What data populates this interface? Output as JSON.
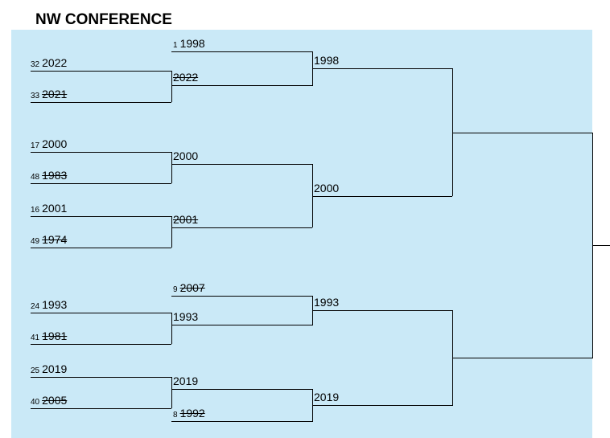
{
  "title": "NW CONFERENCE",
  "colors": {
    "panel_bg": "#CAE9F7",
    "line_color": "#000000",
    "text_color": "#000000"
  },
  "bracket": {
    "round1_entries": [
      {
        "seed": "32",
        "year": "2022",
        "eliminated": false
      },
      {
        "seed": "33",
        "year": "2021",
        "eliminated": true
      },
      {
        "seed": "17",
        "year": "2000",
        "eliminated": false
      },
      {
        "seed": "48",
        "year": "1983",
        "eliminated": true
      },
      {
        "seed": "16",
        "year": "2001",
        "eliminated": false
      },
      {
        "seed": "49",
        "year": "1974",
        "eliminated": true
      },
      {
        "seed": "24",
        "year": "1993",
        "eliminated": false
      },
      {
        "seed": "41",
        "year": "1981",
        "eliminated": true
      },
      {
        "seed": "25",
        "year": "2019",
        "eliminated": false
      },
      {
        "seed": "40",
        "year": "2005",
        "eliminated": true
      }
    ],
    "round2_entries": [
      {
        "seed": "1",
        "year": "1998",
        "eliminated": false
      },
      {
        "seed": "",
        "year": "2022",
        "eliminated": true
      },
      {
        "seed": "",
        "year": "2000",
        "eliminated": false
      },
      {
        "seed": "",
        "year": "2001",
        "eliminated": true
      },
      {
        "seed": "9",
        "year": "2007",
        "eliminated": true
      },
      {
        "seed": "",
        "year": "1993",
        "eliminated": false
      },
      {
        "seed": "",
        "year": "2019",
        "eliminated": false
      },
      {
        "seed": "8",
        "year": "1992",
        "eliminated": true
      }
    ],
    "semifinalists": [
      {
        "year": "1998"
      },
      {
        "year": "2000"
      },
      {
        "year": "1993"
      },
      {
        "year": "2019"
      }
    ]
  }
}
